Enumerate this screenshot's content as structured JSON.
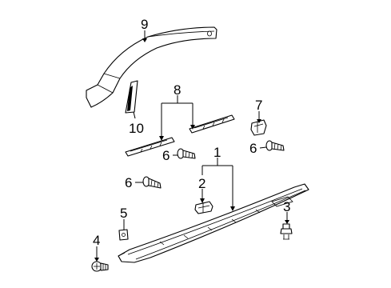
{
  "callouts": [
    {
      "id": "1",
      "text": "1"
    },
    {
      "id": "2",
      "text": "2"
    },
    {
      "id": "3",
      "text": "3"
    },
    {
      "id": "4",
      "text": "4"
    },
    {
      "id": "5",
      "text": "5"
    },
    {
      "id": "6a",
      "text": "6"
    },
    {
      "id": "6b",
      "text": "6"
    },
    {
      "id": "6c",
      "text": "6"
    },
    {
      "id": "7",
      "text": "7"
    },
    {
      "id": "8",
      "text": "8"
    },
    {
      "id": "9",
      "text": "9"
    },
    {
      "id": "10",
      "text": "10"
    }
  ],
  "colors": {
    "line": "#000000",
    "background": "#ffffff"
  }
}
